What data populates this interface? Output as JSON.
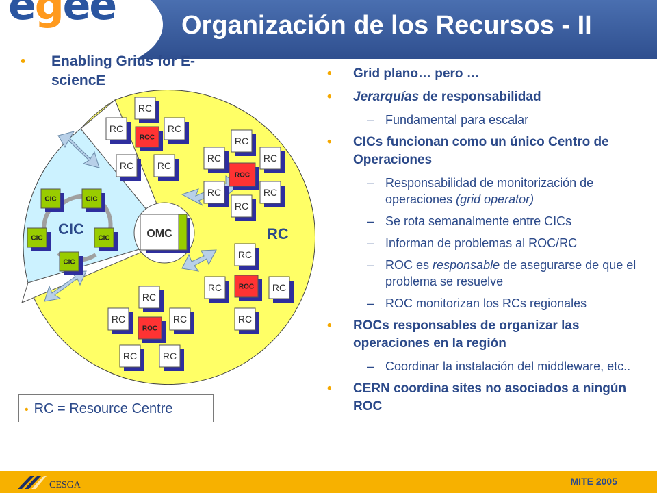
{
  "header": {
    "logo": "egee",
    "title": "Organización de los Recursos - II"
  },
  "tagline": {
    "bullet": "•",
    "text": "Enabling Grids for E-sciencE"
  },
  "diagram": {
    "rc_label": "RC",
    "roc_label": "ROC",
    "cic_label": "CIC",
    "omc_label": "OMC",
    "region_rc_label": "RC",
    "region_cic_label": "CIC",
    "colors": {
      "region_rc": "#ffff66",
      "region_cic": "#ccf2ff",
      "roc": "#ff3333",
      "cic": "#99cc00",
      "box_shadow": "#2e2e9e"
    }
  },
  "legend": {
    "text": "RC = Resource Centre"
  },
  "content": {
    "items": [
      {
        "type": "bullet",
        "marker": "•",
        "text": "Grid plano… pero …"
      },
      {
        "type": "bullet",
        "marker": "•",
        "em": "Jerarquías",
        "rest": " de responsabilidad"
      },
      {
        "type": "sub",
        "marker": "–",
        "text": "Fundamental para escalar"
      },
      {
        "type": "bullet",
        "marker": "•",
        "text": "CICs funcionan como un único Centro de Operaciones"
      },
      {
        "type": "sub",
        "marker": "–",
        "text": "Responsabilidad de monitorización de operaciones ",
        "em": "(grid operator)"
      },
      {
        "type": "sub",
        "marker": "–",
        "text": "Se rota semanalmente entre CICs"
      },
      {
        "type": "sub",
        "marker": "–",
        "text": "Informan de problemas al ROC/RC"
      },
      {
        "type": "sub",
        "marker": "–",
        "pre": "ROC es ",
        "em": "responsable",
        "rest": " de asegurarse de que el problema se resuelve"
      },
      {
        "type": "sub",
        "marker": "–",
        "text": "ROC monitorizan los RCs regionales"
      },
      {
        "type": "bullet",
        "marker": "•",
        "text": "ROCs responsables de organizar las operaciones en la región"
      },
      {
        "type": "sub",
        "marker": "–",
        "text": "Coordinar la instalación del middleware, etc.."
      },
      {
        "type": "bullet",
        "marker": "•",
        "text": "CERN coordina sites no asociados a ningún ROC"
      }
    ]
  },
  "footer": {
    "logo": "CESGA",
    "text": "MITE 2005"
  }
}
